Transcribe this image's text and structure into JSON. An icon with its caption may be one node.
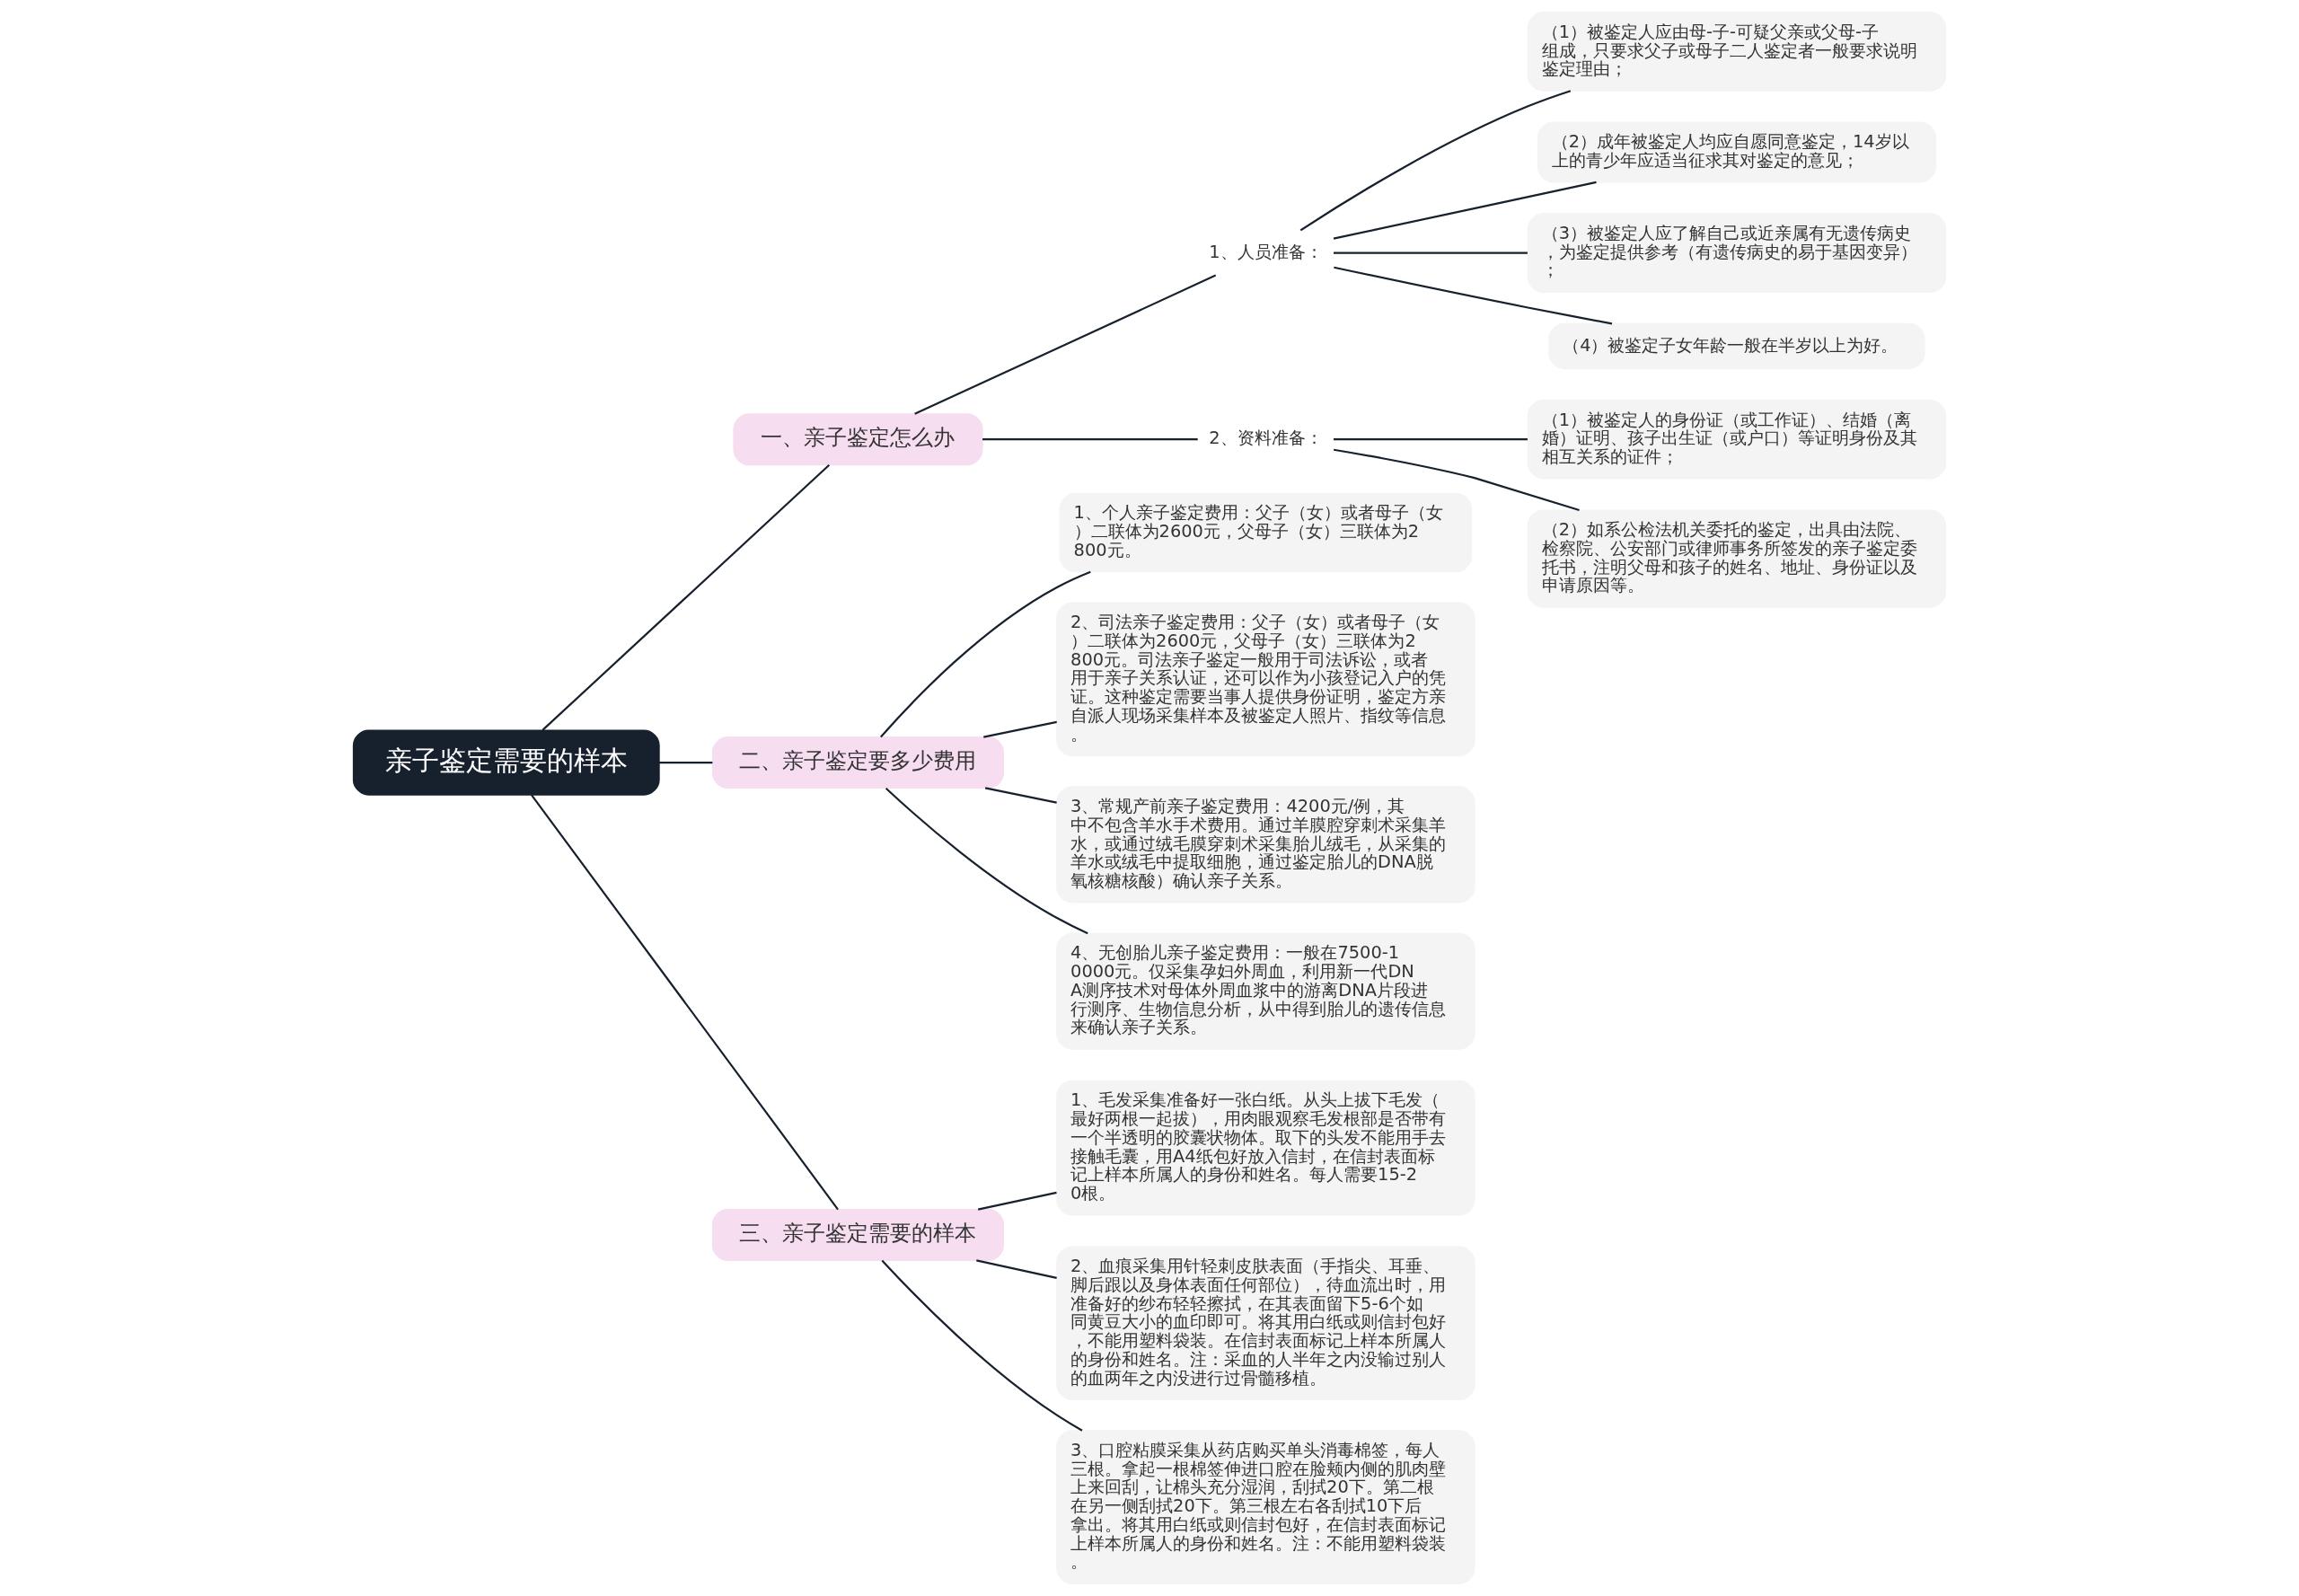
{
  "diagram": {
    "nodes": [
      {
        "text": [
          "亲子鉴定需要的样本"
        ]
      },
      {
        "text": [
          "一、亲子鉴定怎么办"
        ]
      },
      {
        "text": [
          "1、人员准备："
        ]
      },
      {
        "text": [
          "（1）被鉴定人应由母-子-可疑父亲或父母-子组成，只要求父子或母子二人鉴定者一般要求说明鉴定理由；"
        ]
      },
      {
        "text": [
          "（2）成年被鉴定人均应自愿同意鉴定，14岁以上的青少年应适当征求其对鉴定的意见；"
        ]
      },
      {
        "text": [
          "（3）被鉴定人应了解自己或近亲属有无遗传病史，为鉴定提供参考（有遗传病史的易于基因变异）；"
        ]
      },
      {
        "text": [
          "（4）被鉴定子女年龄一般在半岁以上为好。"
        ]
      },
      {
        "text": [
          "2、资料准备："
        ]
      },
      {
        "text": [
          "（1）被鉴定人的身份证（或工作证）、结婚（离婚）证明、孩子出生证（或户口）等证明身份及其相互关系的证件；"
        ]
      },
      {
        "text": [
          "（2）如系公检法机关委托的鉴定，出具由法院、检察院、公安部门或律师事务所签发的亲子鉴定委托书，注明父母和孩子的姓名、地址、身份证以及申请原因等。"
        ]
      },
      {
        "text": [
          "二、亲子鉴定要多少费用"
        ]
      },
      {
        "text": [
          "1、个人亲子鉴定费用：父子（女）或者母子（女）二联体为2600元，父母子（女）三联体为2800元。"
        ]
      },
      {
        "text": [
          "2、司法亲子鉴定费用：父子（女）或者母子（女）二联体为2600元，父母子（女）三联体为2800元。司法亲子鉴定一般用于司法诉讼，或者用于亲子关系认证，还可以作为小孩登记入户的凭证。这种鉴定需要当事人提供身份证明，鉴定方亲自派人现场采集样本及被鉴定人照片、指纹等信息。"
        ]
      },
      {
        "text": [
          "3、常规产前亲子鉴定费用：4200元/例，其中不包含羊水手术费用。通过羊膜腔穿刺术采集羊水，或通过绒毛膜穿刺术采集胎儿绒毛，从采集的羊水或绒毛中提取细胞，通过鉴定胎儿的DNA脱氧核糖核酸）确认亲子关系。"
        ]
      },
      {
        "text": [
          "4、无创胎儿亲子鉴定费用：一般在7500-10000元。仅采集孕妇外周血，利用新一代DNA测序技术对母体外周血浆中的游离DNA片段进行测序、生物信息分析，从中得到胎儿的遗传信息来确认亲子关系。"
        ]
      },
      {
        "text": [
          "三、亲子鉴定需要的样本"
        ]
      },
      {
        "text": [
          "1、毛发采集准备好一张白纸。从头上拔下毛发（最好两根一起拔），用肉眼观察毛发根部是否带有一个半透明的胶囊状物体。取下的头发不能用手去接触毛囊，用A4纸包好放入信封，在信封表面标记上样本所属人的身份和姓名。每人需要15-20根。"
        ]
      },
      {
        "text": [
          "2、血痕采集用针轻刺皮肤表面（手指尖、耳垂、脚后跟以及身体表面任何部位），待血流出时，用准备好的纱布轻轻擦拭，在其表面留下5-6个如同黄豆大小的血印即可。将其用白纸或则信封包好，不能用塑料袋装。在信封表面标记上样本所属人的身份和姓名。注：采血的人半年之内没输过别人的血两年之内没进行过骨髓移植。"
        ]
      },
      {
        "text": [
          "3、口腔粘膜采集从药店购买单头消毒棉签，每人三根。拿起一根棉签伸进口腔在脸颊内侧的肌肉壁上来回刮，让棉头充分湿润，刮拭20下。第二根在另一侧刮拭20下。第三根左右各刮拭10下后拿出。将其用白纸或则信封包好，在信封表面标记上样本所属人的身份和姓名。注：不能用塑料袋装。"
        ]
      }
    ],
    "edges": [
      {
        "from": 0,
        "to": 1,
        "arrow": "none"
      },
      {
        "from": 1,
        "to": 2,
        "arrow": "none"
      },
      {
        "from": 2,
        "to": 3,
        "arrow": "none"
      },
      {
        "from": 2,
        "to": 4,
        "arrow": "none"
      },
      {
        "from": 2,
        "to": 5,
        "arrow": "none"
      },
      {
        "from": 2,
        "to": 6,
        "arrow": "none"
      },
      {
        "from": 1,
        "to": 7,
        "arrow": "none"
      },
      {
        "from": 7,
        "to": 8,
        "arrow": "none"
      },
      {
        "from": 7,
        "to": 9,
        "arrow": "none"
      },
      {
        "from": 0,
        "to": 10,
        "arrow": "none"
      },
      {
        "from": 10,
        "to": 11,
        "arrow": "none"
      },
      {
        "from": 10,
        "to": 12,
        "arrow": "none"
      },
      {
        "from": 10,
        "to": 13,
        "arrow": "none"
      },
      {
        "from": 10,
        "to": 14,
        "arrow": "none"
      },
      {
        "from": 0,
        "to": 15,
        "arrow": "none"
      },
      {
        "from": 15,
        "to": 16,
        "arrow": "none"
      },
      {
        "from": 15,
        "to": 17,
        "arrow": "none"
      },
      {
        "from": 15,
        "to": 18,
        "arrow": "none"
      }
    ]
  }
}
